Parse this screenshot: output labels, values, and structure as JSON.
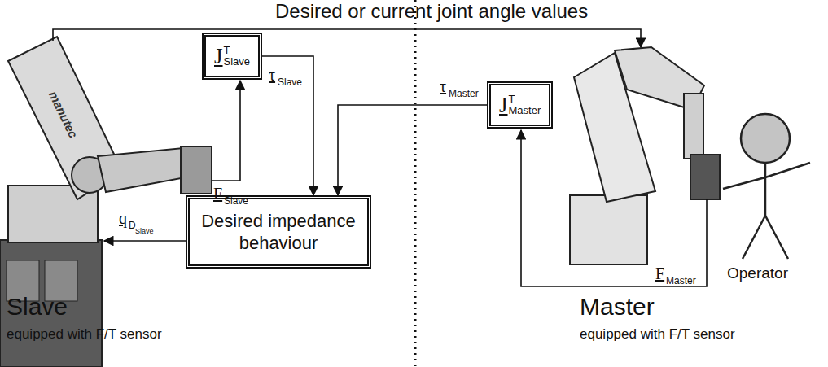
{
  "diagram": {
    "nodes": [
      {
        "text": [
          "J",
          "T",
          "Slave"
        ]
      },
      {
        "text": [
          "Desired impedance behaviour"
        ]
      },
      {
        "text": [
          "J",
          "T",
          "Master"
        ]
      }
    ],
    "edges": [
      {
        "from": 0,
        "to": 1,
        "arrow": "to"
      },
      {
        "from": 2,
        "to": 1,
        "arrow": "to"
      }
    ],
    "labels": [
      "Desired or current joint angle values",
      "F",
      "Slave",
      "τ",
      "Slave",
      "τ",
      "Master",
      "F",
      "Master",
      "q",
      "D",
      "Slave",
      "Operator",
      "Slave",
      "equipped with F/T sensor",
      "Master",
      "equipped with F/T sensor",
      "manutec"
    ]
  }
}
